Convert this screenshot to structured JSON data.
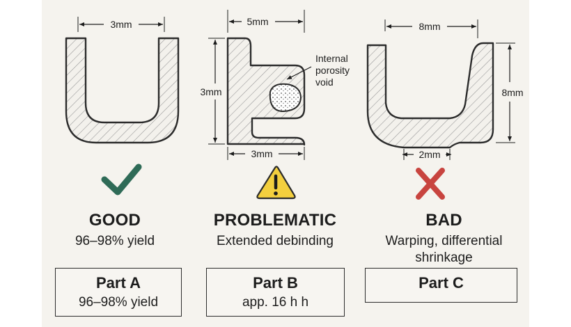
{
  "parts": [
    {
      "dims": {
        "width": "3mm"
      },
      "verdict": "GOOD",
      "description": "96–98% yield",
      "card": {
        "title": "Part A",
        "subtitle": "96–98% yield"
      },
      "icon": "check-icon",
      "color": "#2f6b57"
    },
    {
      "dims": {
        "width": "5mm",
        "height": "3mm",
        "bottom": "3mm"
      },
      "annotation": [
        "Internal",
        "porosity",
        "void"
      ],
      "verdict": "PROBLEMATIC",
      "description": "Extended debinding",
      "card": {
        "title": "Part B",
        "subtitle": "app. 16 h h"
      },
      "icon": "warning-icon",
      "color": "#f3cf3e"
    },
    {
      "dims": {
        "width": "8mm",
        "height": "8mm",
        "bottom": "2mm"
      },
      "verdict": "BAD",
      "description": [
        "Warping, differential",
        "shrinkage"
      ],
      "card": {
        "title": "Part C",
        "subtitle": ""
      },
      "icon": "cross-icon",
      "color": "#c8443f"
    }
  ]
}
